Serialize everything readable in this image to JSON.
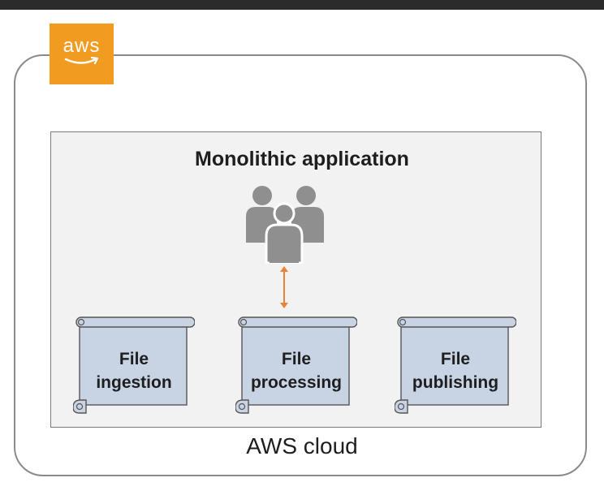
{
  "logo": {
    "text": "aws",
    "color": "#f29b21"
  },
  "application": {
    "title": "Monolithic application",
    "icon": "users-group-icon"
  },
  "modules": [
    {
      "line1": "File",
      "line2": "ingestion"
    },
    {
      "line1": "File",
      "line2": "processing"
    },
    {
      "line1": "File",
      "line2": "publishing"
    }
  ],
  "cloud": {
    "label": "AWS cloud"
  },
  "colors": {
    "arrow": "#e8833a",
    "scroll_fill": "#c8d3e4",
    "users": "#8f8f8f"
  }
}
